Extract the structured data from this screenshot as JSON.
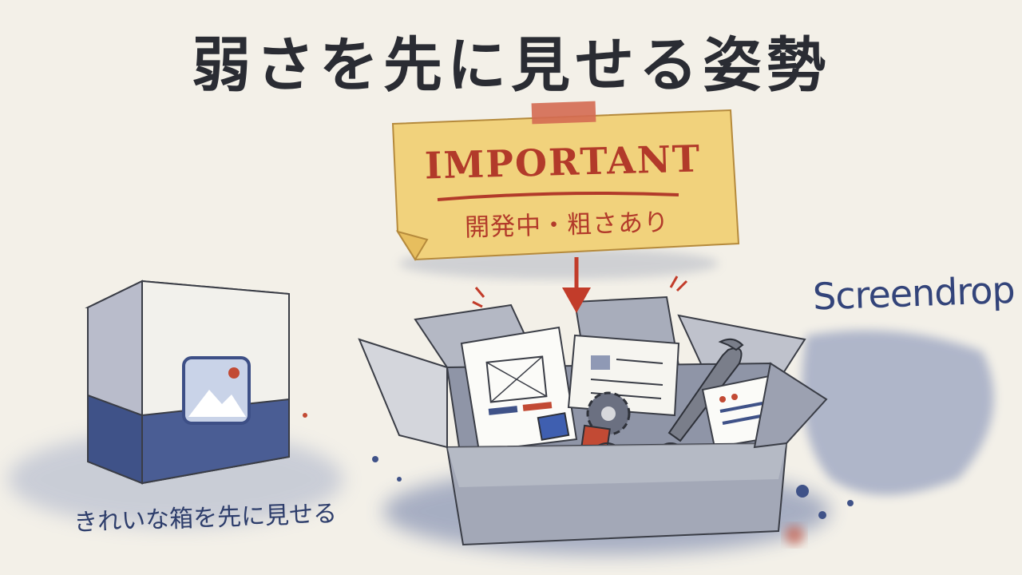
{
  "headline": "弱さを先に見せる姿勢",
  "note": {
    "title": "IMPORTANT",
    "subtitle": "開発中・粗さあり"
  },
  "left_caption": "きれいな箱を先に見せる",
  "brand": "Screendrop",
  "colors": {
    "paper": "#f3f0e8",
    "ink": "#2a2c33",
    "accent_red": "#b23a2a",
    "wash_blue": "#3d5389",
    "note_yellow": "#f1d27c"
  },
  "icons": [
    "image-icon",
    "gear-icon",
    "wrench-icon",
    "arrow-down-icon",
    "clipboard-icon"
  ]
}
